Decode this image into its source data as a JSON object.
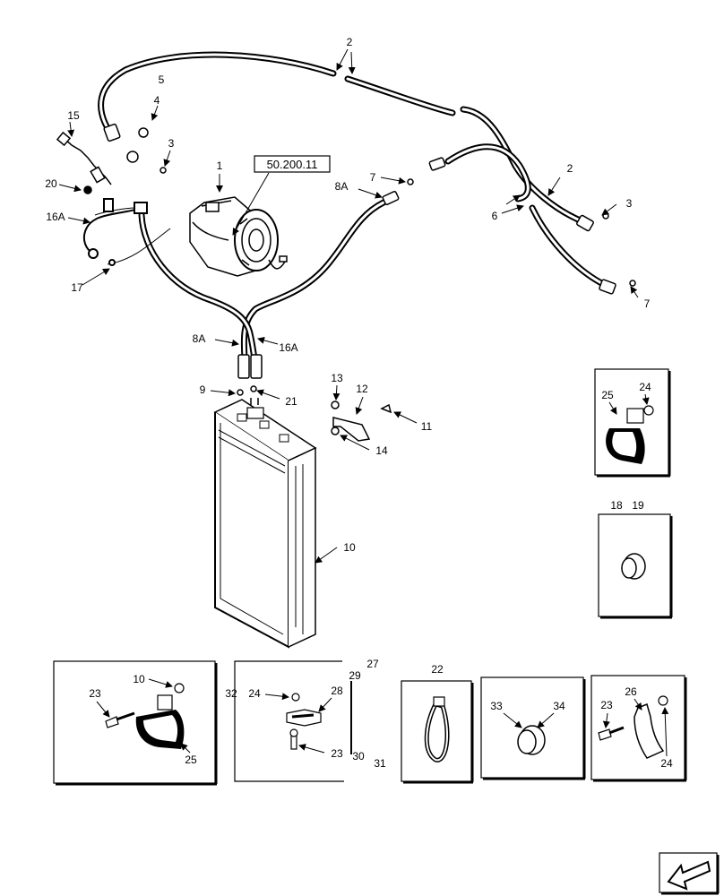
{
  "reference": "50.200.11",
  "callouts": {
    "c1": "1",
    "c2a": "2",
    "c2b": "2",
    "c3a": "3",
    "c3b": "3",
    "c4": "4",
    "c5": "5",
    "c6": "6",
    "c7a": "7",
    "c7b": "7",
    "c8Aa": "8A",
    "c8Ab": "8A",
    "c9": "9",
    "c10": "10",
    "c11": "11",
    "c12": "12",
    "c13": "13",
    "c14": "14",
    "c15": "15",
    "c16Aa": "16A",
    "c16Ab": "16A",
    "c17": "17",
    "c20": "20",
    "c21": "21"
  },
  "insets": {
    "clamp_24_25": {
      "c24": "24",
      "c25": "25"
    },
    "grommet_18_19": {
      "c18": "18",
      "c19": "19"
    },
    "clamp_10_23_25": {
      "c10": "10",
      "c23": "23",
      "c25": "25"
    },
    "bracket_27_32": {
      "c24": "24",
      "c28": "28",
      "c23": "23",
      "c27": "27",
      "c29": "29",
      "c30": "30",
      "c31": "31",
      "c32": "32"
    },
    "strap_22": {
      "c22": "22"
    },
    "grommet_33_34": {
      "c33": "33",
      "c34": "34"
    },
    "clamp_23_26": {
      "c23": "23",
      "c26": "26",
      "c24": "24"
    }
  },
  "nav_icon": "next-page-arrow-icon"
}
